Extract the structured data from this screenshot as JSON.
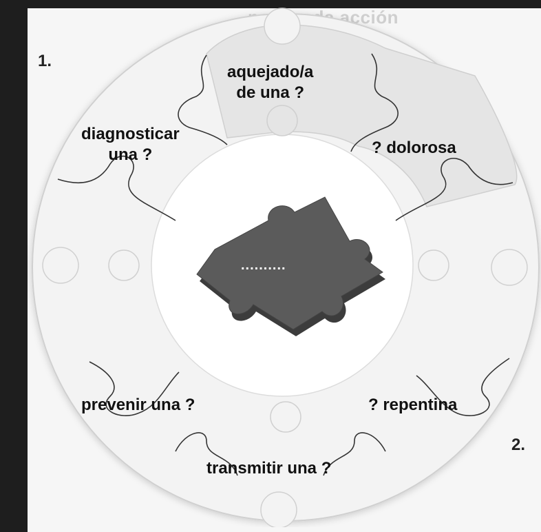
{
  "header_fragment": "para cada acción",
  "numbers": [
    "1.",
    "2."
  ],
  "pieces": {
    "top": [
      "aquejado/a",
      "de una ?"
    ],
    "top_left": [
      "diagnosticar",
      "una ?"
    ],
    "top_right": "? dolorosa",
    "bottom_left": "prevenir una ?",
    "bottom_right": "? repentina",
    "bottom": "transmitir una ?"
  },
  "center_blank": "..........",
  "colors": {
    "background": "#1e1e1e",
    "page": "#f6f6f6",
    "ring": "#f3f3f3",
    "highlight_piece": "#e3e3e3",
    "center_piece": "#5b5b5b"
  }
}
